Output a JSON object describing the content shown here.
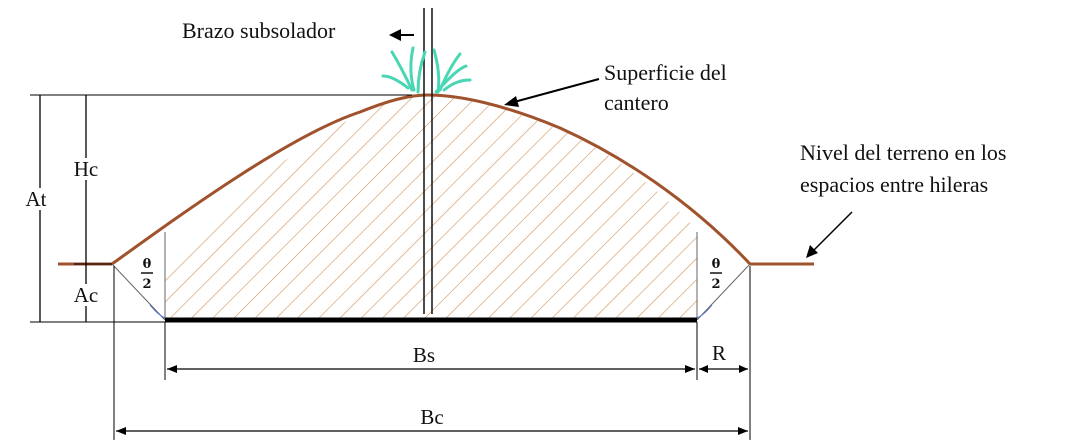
{
  "colors": {
    "soil_outline": "#a0522d",
    "hatch": "#d29a66",
    "line": "#000000",
    "shank": "#111111",
    "plant": "#49d6b4"
  },
  "labels": {
    "brazo": "Brazo subsolador",
    "superficie_line1": "Superficie del",
    "superficie_line2": "cantero",
    "nivel_line1": "Nivel del terreno en los",
    "nivel_line2": "espacios entre hileras"
  },
  "dimensions": {
    "at": "At",
    "hc": "Hc",
    "ac": "Ac",
    "bs": "Bs",
    "bc": "Bc",
    "r": "R"
  },
  "angle": {
    "numerator": "θ",
    "denominator": "2"
  }
}
